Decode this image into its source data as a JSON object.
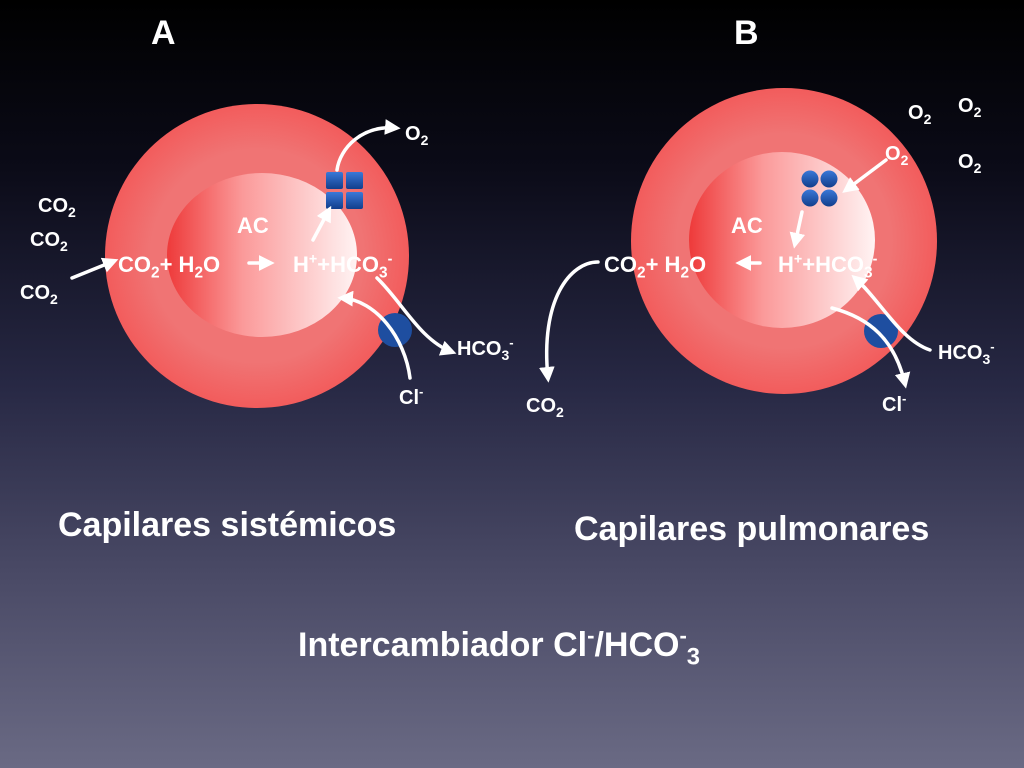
{
  "panels": {
    "a": {
      "letter": "A",
      "caption": "Capilares sistémicos",
      "enzyme": "AC",
      "reaction": {
        "co2": "CO",
        "co2_sub": "2",
        "plus1": "+",
        "h2o_h": "H",
        "h2o_sub": "2",
        "h2o_o": "O",
        "h": "H",
        "h_sup": "+",
        "plus2": "+",
        "hco3": "HCO",
        "hco3_sub": "3",
        "hco3_sup": "-"
      },
      "outside_co2": [
        {
          "base": "CO",
          "sub": "2"
        },
        {
          "base": "CO",
          "sub": "2"
        },
        {
          "base": "CO",
          "sub": "2"
        }
      ],
      "o2": {
        "base": "O",
        "sub": "2"
      },
      "hco3_out": {
        "base": "HCO",
        "sub": "3",
        "sup": "-"
      },
      "cl": {
        "base": "Cl",
        "sup": "-"
      }
    },
    "b": {
      "letter": "B",
      "caption": "Capilares pulmonares",
      "enzyme": "AC",
      "reaction": {
        "co2": "CO",
        "co2_sub": "2",
        "plus1": "+",
        "h2o_h": "H",
        "h2o_sub": "2",
        "h2o_o": "O",
        "h": "H",
        "h_sup": "+",
        "plus2": "+",
        "hco3": "HCO",
        "hco3_sub": "3",
        "hco3_sup": "-"
      },
      "outside_o2": [
        {
          "base": "O",
          "sub": "2"
        },
        {
          "base": "O",
          "sub": "2"
        },
        {
          "base": "O",
          "sub": "2"
        }
      ],
      "o2_in": {
        "base": "O",
        "sub": "2"
      },
      "co2_out": {
        "base": "CO",
        "sub": "2"
      },
      "hco3_in": {
        "base": "HCO",
        "sub": "3",
        "sup": "-"
      },
      "cl": {
        "base": "Cl",
        "sup": "-"
      }
    }
  },
  "title": {
    "part1": "Intercambiador Cl",
    "sup1": "-",
    "part2": "/HCO",
    "sup2": "-",
    "sub2": "3"
  },
  "colors": {
    "cell_outer": "#f07070",
    "cell_outer_edge": "#f25a5a",
    "cell_inner_light": "#fff0f0",
    "cell_inner_dark": "#ee3030",
    "hemoglobin": "#1a50a8",
    "exchanger": "#1e4ea0",
    "arrow": "#ffffff"
  },
  "icons": {
    "hemoglobin_a": "square-grid-icon",
    "hemoglobin_b": "dot-grid-icon",
    "exchanger": "transporter-dot-icon"
  }
}
